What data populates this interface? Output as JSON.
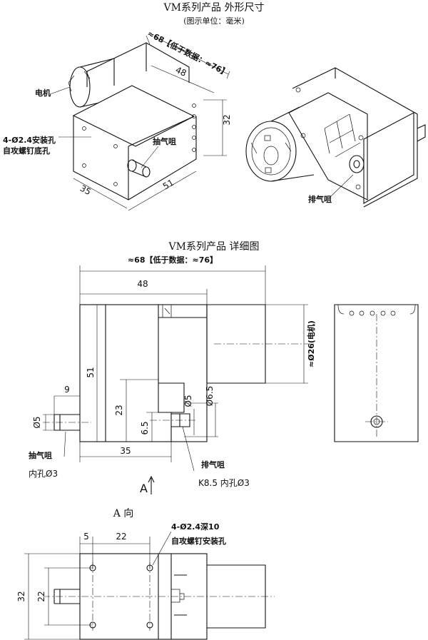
{
  "titles": {
    "dimensions": "VM系列产品 外形尺寸",
    "unit": "(图示单位：毫米)",
    "detail": "VM系列产品   详细图"
  },
  "iso_labels": {
    "overall": "≈68【低于数据：≈76】",
    "width48": "48",
    "height32": "32",
    "depth35": "35",
    "depth51": "51",
    "motor": "电机",
    "mount_holes": "4-Ø2.4安装孔",
    "mount_holes_sub": "自攻螺钉底孔",
    "intake": "抽气咀",
    "exhaust": "排气咀"
  },
  "detail_labels": {
    "overall": "≈68【低于数据：≈76】",
    "width48": "48",
    "height51": "51",
    "dim9": "9",
    "dim23": "23",
    "dim6_5": "6.5",
    "dim35": "35",
    "phi5_left": "Ø5",
    "phi5_right": "Ø5",
    "phi6_5": "Ø6.5",
    "motor_dia": "≈Ø26(电机)",
    "intake": "抽气咀",
    "intake_hole": "内孔Ø3",
    "exhaust": "排气咀",
    "exhaust_spec": "K8.5 内孔Ø3",
    "view_a": "A"
  },
  "view_a_labels": {
    "title": "A 向",
    "dim5": "5",
    "dim22_top": "22",
    "dim32": "32",
    "dim22_left": "22",
    "holes": "4-Ø2.4深10",
    "holes_sub": "自攻螺钉安装孔"
  }
}
